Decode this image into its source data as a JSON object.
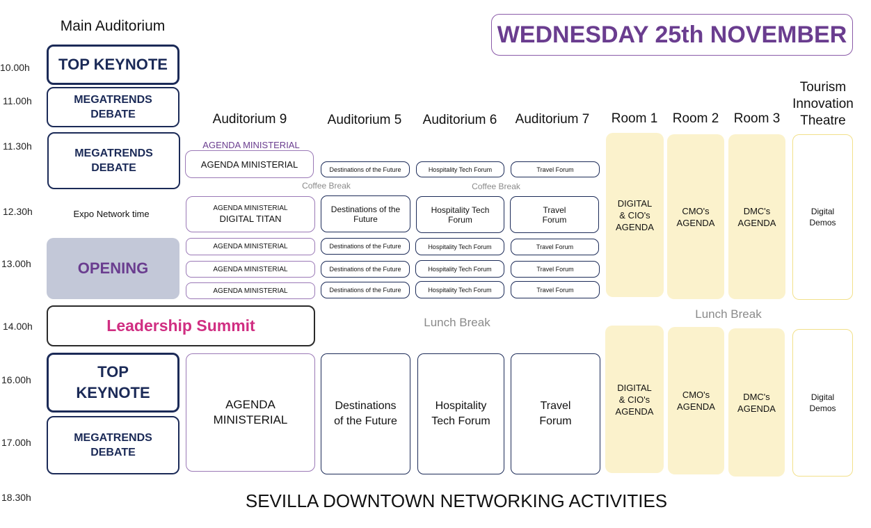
{
  "day_title": "WEDNESDAY 25th NOVEMBER",
  "footer": "SEVILLA DOWNTOWN NETWORKING ACTIVITIES",
  "times": [
    "10.00h",
    "11.00h",
    "11.30h",
    "12.30h",
    "13.00h",
    "14.00h",
    "16.00h",
    "17.00h",
    "18.30h"
  ],
  "rooms": {
    "main": "Main Auditorium",
    "aud9": "Auditorium 9",
    "aud5": "Auditorium 5",
    "aud6": "Auditorium 6",
    "aud7": "Auditorium 7",
    "room1": "Room 1",
    "room2": "Room 2",
    "room3": "Room 3",
    "tit": "Tourism Innovation Theatre"
  },
  "main": {
    "top_keynote": "TOP KEYNOTE",
    "megatrends": "MEGATRENDS DEBATE",
    "expo": "Expo Network time",
    "opening": "OPENING",
    "leadership": "Leadership Summit"
  },
  "sessions": {
    "agenda_ministerial_upper": "AGENDA MINISTERIAL",
    "agenda_ministerial": "AGENDA MINISTERIAL",
    "digital_titan": "DIGITAL TITAN",
    "destinations": "Destinations of the Future",
    "hospitality": "Hospitality Tech Forum",
    "travel": "Travel Forum",
    "digital_cio": "DIGITAL & CIO's AGENDA",
    "cmo": "CMO's AGENDA",
    "dmc": "DMC's AGENDA",
    "digital_demos": "Digital Demos"
  },
  "breaks": {
    "coffee": "Coffee Break",
    "lunch": "Lunch Break"
  },
  "colors": {
    "navy": "#1b2a57",
    "purple": "#6a3d8f",
    "magenta": "#d02e82",
    "opening_bg": "#c3c8d8",
    "yellow": "#fbf2cc"
  }
}
